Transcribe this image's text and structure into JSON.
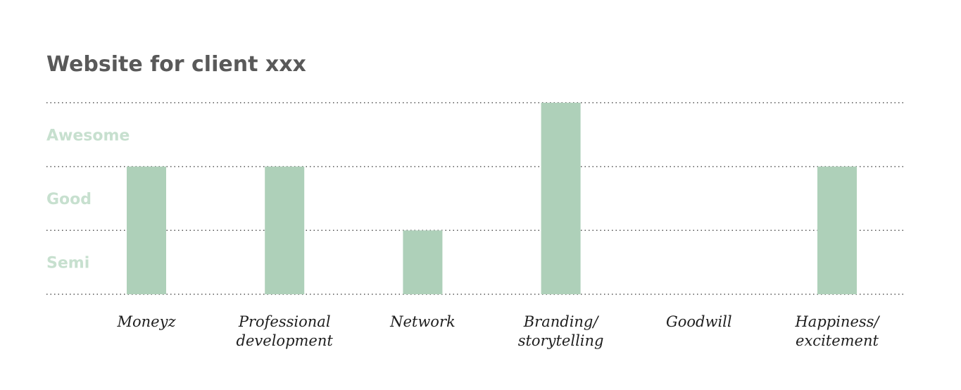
{
  "chart_data": {
    "type": "bar",
    "title": "Website for client xxx",
    "xlabel": "",
    "ylabel": "",
    "levels": [
      "Semi",
      "Good",
      "Awesome"
    ],
    "ylim": [
      0,
      3
    ],
    "grid": true,
    "categories": [
      [
        "Moneyz"
      ],
      [
        "Professional",
        "development"
      ],
      [
        "Network"
      ],
      [
        "Branding/",
        "storytelling"
      ],
      [
        "Goodwill"
      ],
      [
        "Happiness/",
        "excitement"
      ]
    ],
    "values": [
      2,
      2,
      1,
      3,
      0,
      2
    ]
  },
  "colors": {
    "bar": "#aed0b9",
    "level_label": "#c7e0cf",
    "title": "#595959",
    "category_label": "#1e1e1e",
    "grid": "#555555"
  }
}
